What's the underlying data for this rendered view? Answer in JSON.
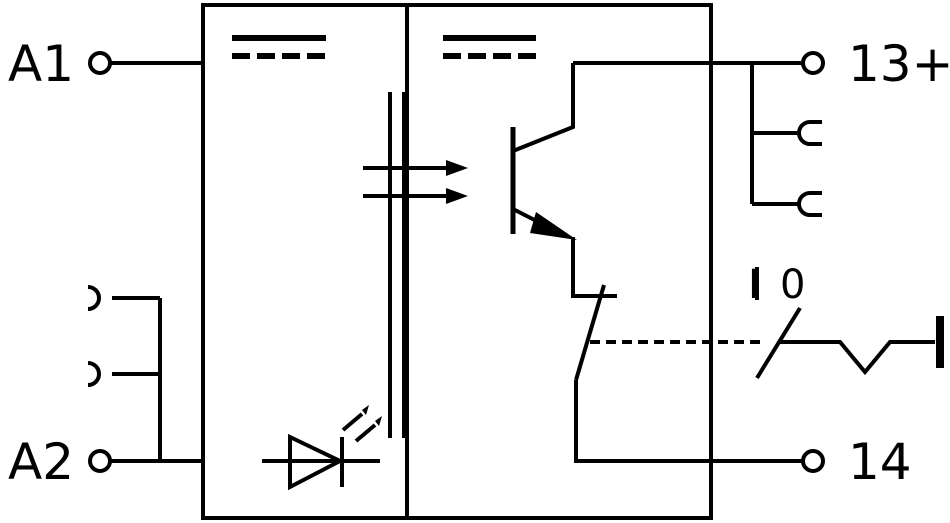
{
  "terminals": {
    "a1": "A1",
    "a2": "A2",
    "t13": "13+",
    "t14": "14"
  },
  "switch_positions": {
    "on": "I",
    "off": "0"
  },
  "colors": {
    "line": "#000000",
    "background": "#ffffff"
  }
}
